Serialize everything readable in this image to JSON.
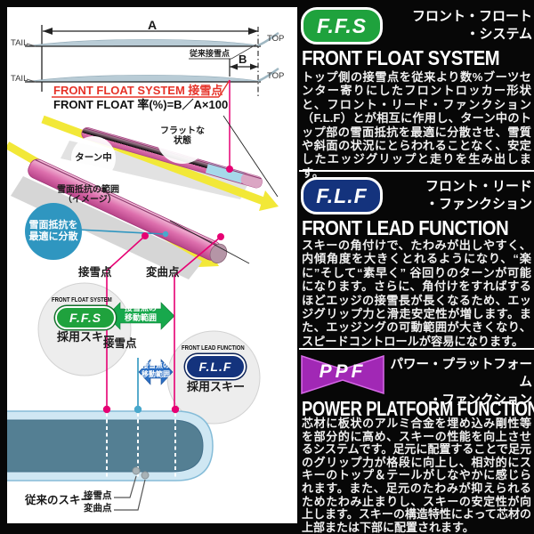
{
  "colors": {
    "accent_red": "#e63329",
    "magenta": "#e60073",
    "ffs_green": "#1fa23d",
    "flf_blue": "#14337d",
    "ppf_purple": "#a128b5",
    "arrow_yellow": "#f2e838",
    "bubble_blue": "#2f96c0",
    "ski_inner_teal": "#53808f",
    "ski_outer_blue": "#c8e4f0"
  },
  "diagram": {
    "dim_a": "A",
    "dim_b": "B",
    "tail": "TAIL",
    "top": "TOP",
    "conventional_contact": "従来接雪点",
    "ffs_contact": "FRONT FLOAT SYSTEM 接雪点",
    "ffs_formula": "FRONT FLOAT 率(%)=B／A×100",
    "flat_state_1": "フラットな",
    "flat_state_2": "状態",
    "during_turn": "ターン中",
    "resistance_range_1": "雪面抵抗の範囲",
    "resistance_range_2": "（イメージ）",
    "bubble_1": "雪面抵抗を",
    "bubble_2": "最適に分散",
    "contact_point": "接雪点",
    "inflection_point": "変曲点",
    "move_range_1": "接雪点の",
    "move_range_2": "移動範囲",
    "ffs_system_name": "FRONT FLOAT SYSTEM",
    "ffs_logo": "F.F.S",
    "flf_system_name": "FRONT LEAD FUNCTION",
    "flf_logo": "F.L.F",
    "adopted_ski": "採用スキー",
    "conventional_ski": "従来のスキー"
  },
  "sections": [
    {
      "logo": "F.F.S",
      "title_line1": "フロント・フロート",
      "title_line2": "・システム",
      "heading": "FRONT FLOAT SYSTEM",
      "body": "トップ側の接雪点を従来より数%ブーツセンター寄りにしたフロントロッカー形状と、フロント・リード・ファンクション（F.L.F）とが相互に作用し、ターン中のトップ部の雪面抵抗を最適に分散させ、雪質や斜面の状況にとらわれることなく、安定したエッジグリップと走りを生み出します。"
    },
    {
      "logo": "F.L.F",
      "title_line1": "フロント・リード",
      "title_line2": "・ファンクション",
      "heading": "FRONT LEAD FUNCTION",
      "body": "スキーの角付けで、たわみが出しやすく、内傾角度を大きくとれるようになり、“楽に”そして“素早く” 谷回りのターンが可能になります。さらに、角付けをすればするほどエッジの接雪長が長くなるため、エッジグリップ力と滑走安定性が増します。また、エッジングの可動範囲が大きくなり、スピードコントロールが容易になります。"
    },
    {
      "logo": "PPF",
      "title_line1": "パワー・プラットフォーム",
      "title_line2": "・ファンクション",
      "heading": "POWER PLATFORM FUNCTION",
      "body": "芯材に板状のアルミ合金を埋め込み剛性等を部分的に高め、スキーの性能を向上させるシステムです。足元に配置することで足元のグリップ力が格段に向上し、相対的にスキーのトップ＆テールがしなやかに感じられます。また、足元のたわみが抑えられるためたわみ止まりし、スキーの安定性が向上します。スキーの構造特性によって芯材の上部または下部に配置されます。"
    }
  ]
}
